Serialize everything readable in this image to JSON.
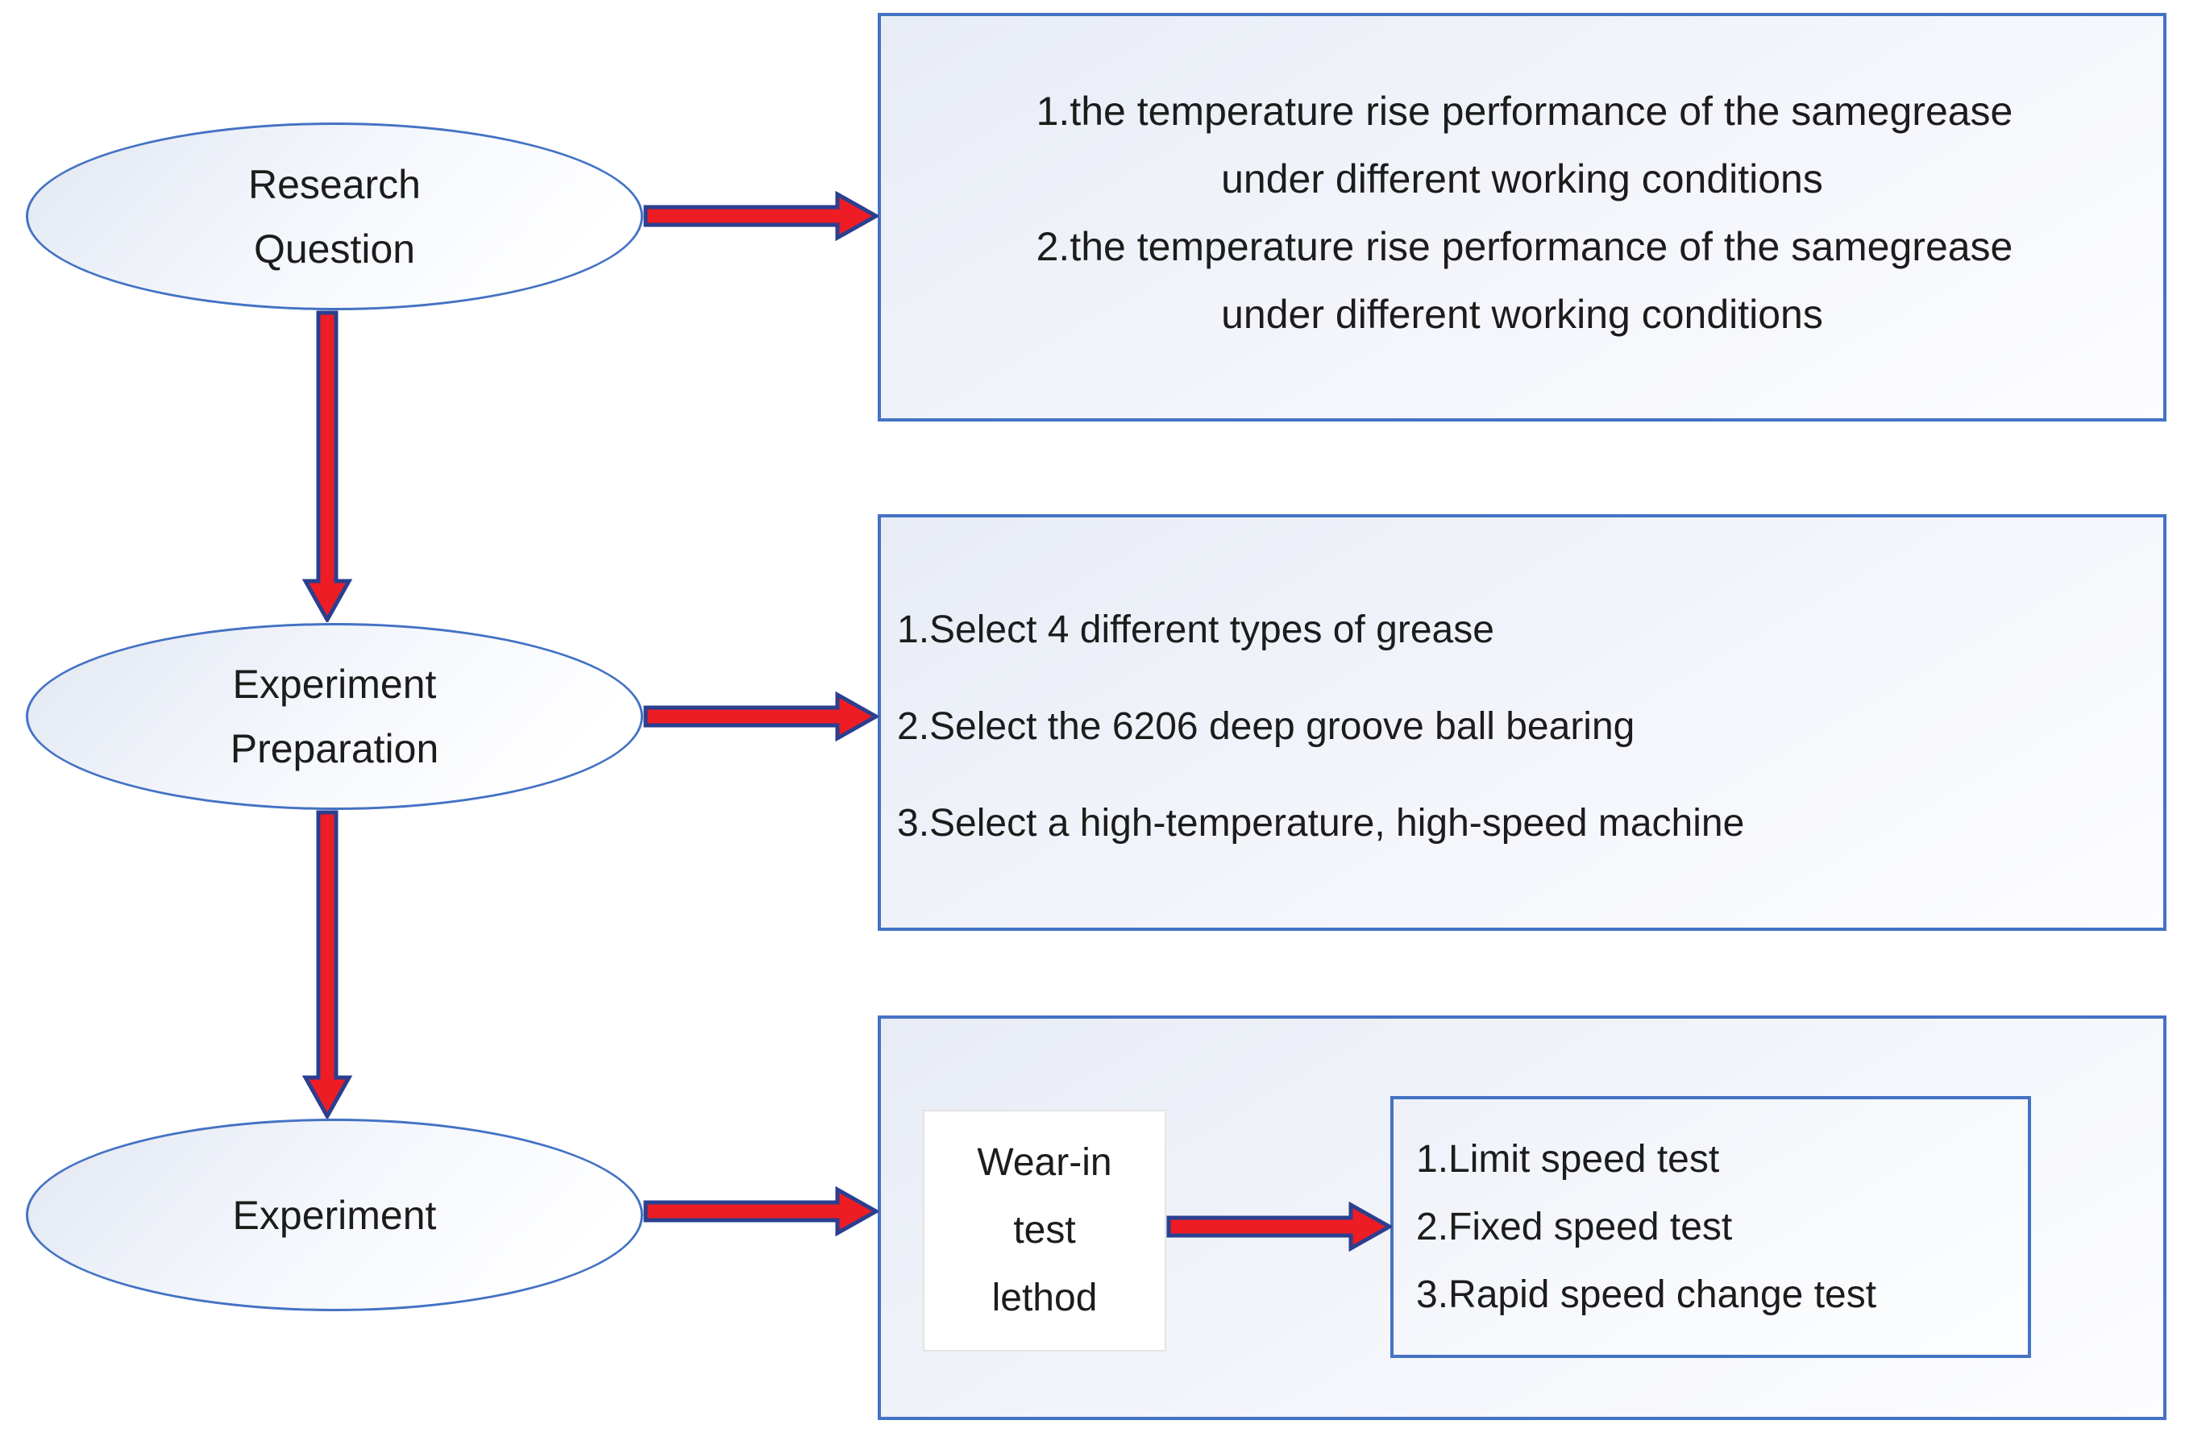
{
  "flowchart": {
    "stages": [
      {
        "id": "research-question",
        "label_lines": [
          "Research",
          "Question"
        ]
      },
      {
        "id": "experiment-preparation",
        "label_lines": [
          "Experiment",
          "Preparation"
        ]
      },
      {
        "id": "experiment",
        "label_lines": [
          "Experiment"
        ]
      }
    ],
    "research_questions_box": {
      "items": [
        {
          "line": "1.the temperature rise performance of the samegrease",
          "wrap": "under different working conditions"
        },
        {
          "line": "2.the temperature rise performance of the samegrease",
          "wrap": "under different working conditions"
        }
      ]
    },
    "preparation_box": {
      "steps": [
        "1.Select 4 different types of grease",
        "2.Select the 6206 deep groove ball bearing",
        "3.Select a high-temperature, high-speed machine"
      ]
    },
    "experiment_box": {
      "method_label_lines": [
        "Wear-in",
        "test",
        "lethod"
      ],
      "tests": [
        "1.Limit speed test",
        "2.Fixed speed test",
        "3.Rapid speed change test"
      ]
    }
  },
  "icons": {
    "arrow_right": "arrow-right-icon",
    "arrow_down": "arrow-down-icon"
  },
  "colors": {
    "node_border": "#4472c4",
    "arrow_fill": "#ee1c25",
    "arrow_outline": "#2a3f8f",
    "text": "#1c1c1c"
  }
}
